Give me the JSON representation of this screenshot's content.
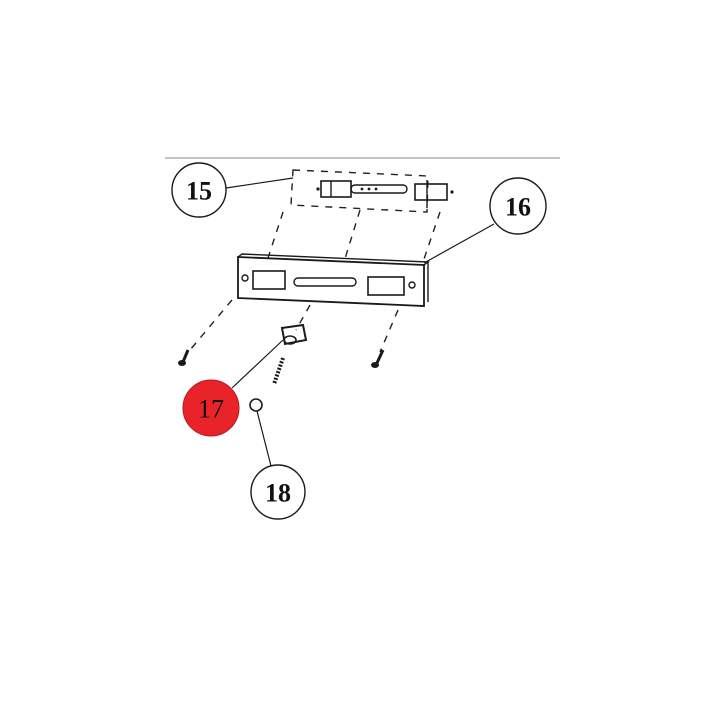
{
  "diagram": {
    "type": "exploded-parts-view",
    "colors": {
      "line": "#1a1a1a",
      "highlight": "#e8232a",
      "background": "#ffffff",
      "separator": "#b0b0b0"
    },
    "callouts": [
      {
        "id": "15",
        "label": "15",
        "highlighted": false,
        "part": "latch-bolt-assembly"
      },
      {
        "id": "16",
        "label": "16",
        "highlighted": false,
        "part": "strike-plate"
      },
      {
        "id": "17",
        "label": "17",
        "highlighted": true,
        "part": "latch-tongue"
      },
      {
        "id": "18",
        "label": "18",
        "highlighted": false,
        "part": "washer-ring"
      }
    ]
  }
}
